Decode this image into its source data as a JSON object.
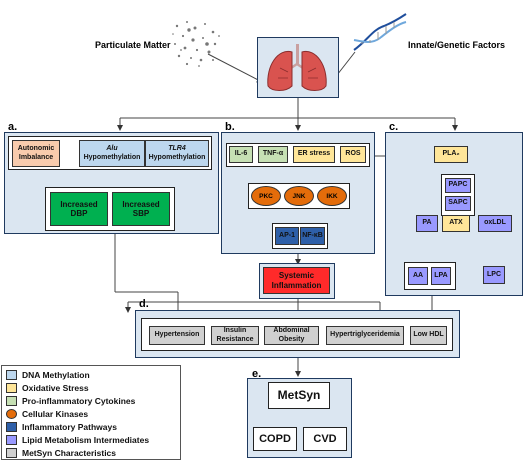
{
  "header": {
    "particulate_matter": "Particulate Matter",
    "innate_genetic": "Innate/Genetic Factors"
  },
  "panels": {
    "a": "a.",
    "b": "b.",
    "c": "c.",
    "d": "d.",
    "e": "e."
  },
  "panel_a": {
    "autonomic": "Autonomic Imbalance",
    "alu_italic": "Alu",
    "alu_rest": "Hypomethylation",
    "tlr4_italic": "TLR4",
    "tlr4_rest": "Hypomethylation",
    "dbp": "Increased DBP",
    "sbp": "Increased SBP"
  },
  "panel_b": {
    "il6": "IL-6",
    "tnfa": "TNF-α",
    "er_stress": "ER stress",
    "ros": "ROS",
    "pkc": "PKC",
    "jnk": "JNK",
    "ikk": "IKK",
    "ap1": "AP-1",
    "nfkb": "NF-κB",
    "systemic": "Systemic Inflammation"
  },
  "panel_c": {
    "pla2": "PLA₂",
    "papc": "PAPC",
    "sapc": "SAPC",
    "pa": "PA",
    "atx": "ATX",
    "oxldl": "oxLDL",
    "aa": "AA",
    "lpa": "LPA",
    "lpc": "LPC"
  },
  "panel_d": {
    "hypertension": "Hypertension",
    "insulin": "Insulin Resistance",
    "abdominal": "Abdominal Obesity",
    "hypertrig": "Hypertriglyceridemia",
    "lowhdl": "Low HDL"
  },
  "panel_e": {
    "metsyn": "MetSyn",
    "copd": "COPD",
    "cvd": "CVD"
  },
  "legend": [
    {
      "label": "DNA Methylation",
      "color": "#bdd7ee",
      "shape": "square"
    },
    {
      "label": "Oxidative Stress",
      "color": "#ffe699",
      "shape": "square"
    },
    {
      "label": "Pro-inflammatory Cytokines",
      "color": "#c6e0b4",
      "shape": "square"
    },
    {
      "label": "Cellular Kinases",
      "color": "#e46c0a",
      "shape": "circle"
    },
    {
      "label": "Inflammatory Pathways",
      "color": "#2e5fa8",
      "shape": "square"
    },
    {
      "label": "Lipid Metabolism Intermediates",
      "color": "#9999ff",
      "shape": "square"
    },
    {
      "label": "MetSyn Characteristics",
      "color": "#d0d0d0",
      "shape": "square"
    }
  ],
  "colors": {
    "panel_bg": "#dbe6f1",
    "dna": "#bdd7ee",
    "autonomic": "#f8cbad",
    "oxidative": "#ffe699",
    "cytokine": "#c6e0b4",
    "kinase": "#e46c0a",
    "pathway": "#2e5fa8",
    "lipid": "#9999ff",
    "metsyn_char": "#d0d0d0",
    "green_out": "#00b050",
    "systemic": "#ff2a2a"
  }
}
